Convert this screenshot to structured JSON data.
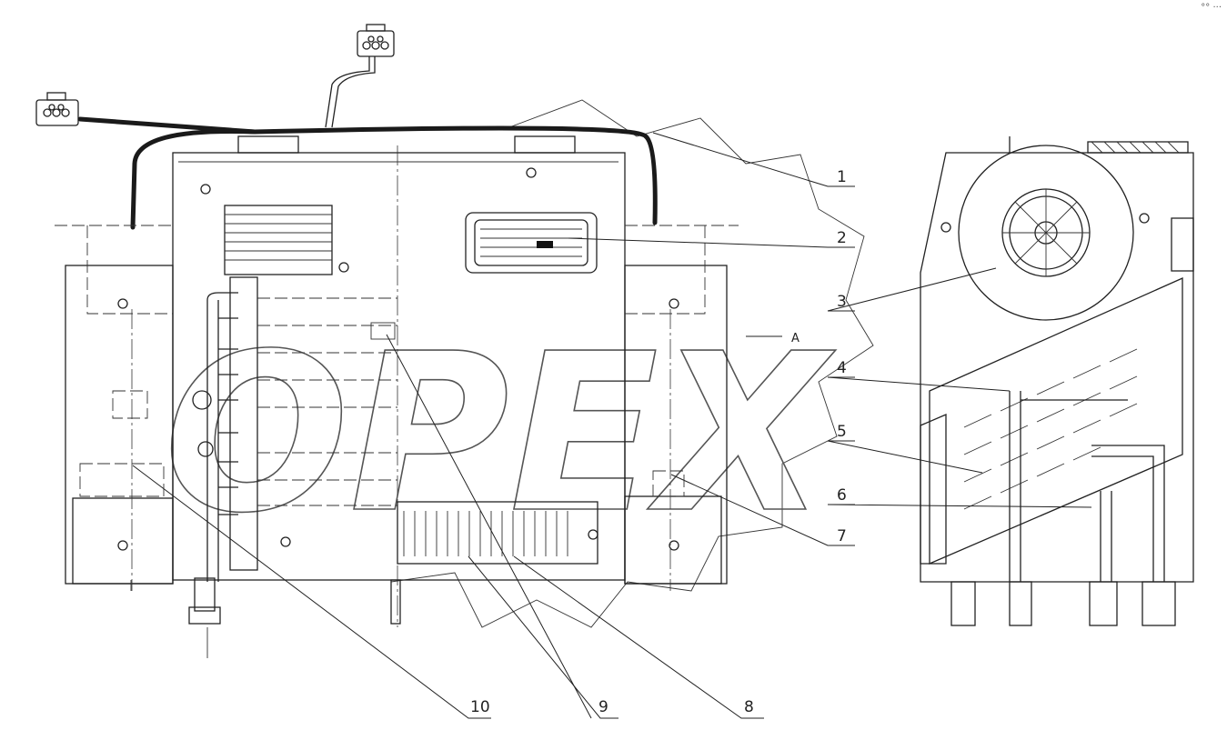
{
  "callouts": {
    "c1": "1",
    "c2": "2",
    "c3": "3",
    "c4": "4",
    "c5": "5",
    "c6": "6",
    "c7": "7",
    "c8": "8",
    "c9": "9",
    "c10": "10"
  },
  "view_marker": "A",
  "watermark": "OPEX",
  "corner_mark": "°° ···",
  "colors": {
    "line": "#222222",
    "background": "#ffffff",
    "watermark": "#555555"
  }
}
